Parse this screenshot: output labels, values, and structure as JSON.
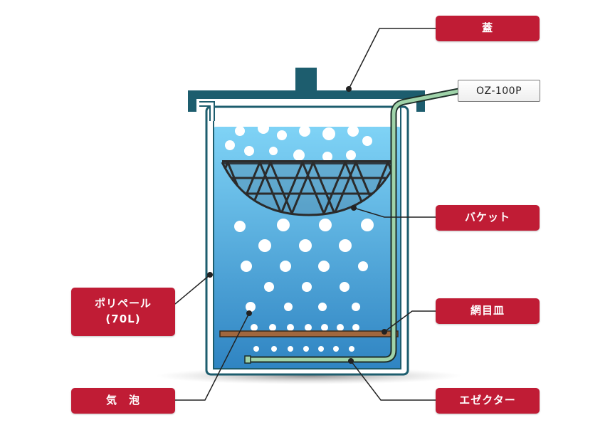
{
  "labels": {
    "lid": "蓋",
    "ozone_model": "OZ-100P",
    "bucket": "バケット",
    "pail_line1": "ポリペール",
    "pail_line2": "(70L)",
    "mesh_plate": "網目皿",
    "bubbles": "気　泡",
    "ejector": "エゼクター"
  },
  "colors": {
    "label_red": "#c01c35",
    "water_top": "#6dc9f2",
    "water_bottom": "#2e86c4",
    "container_outline": "#1d5d6e",
    "pipe_green": "#9fd3a9",
    "plate_brown": "#a0673e"
  }
}
